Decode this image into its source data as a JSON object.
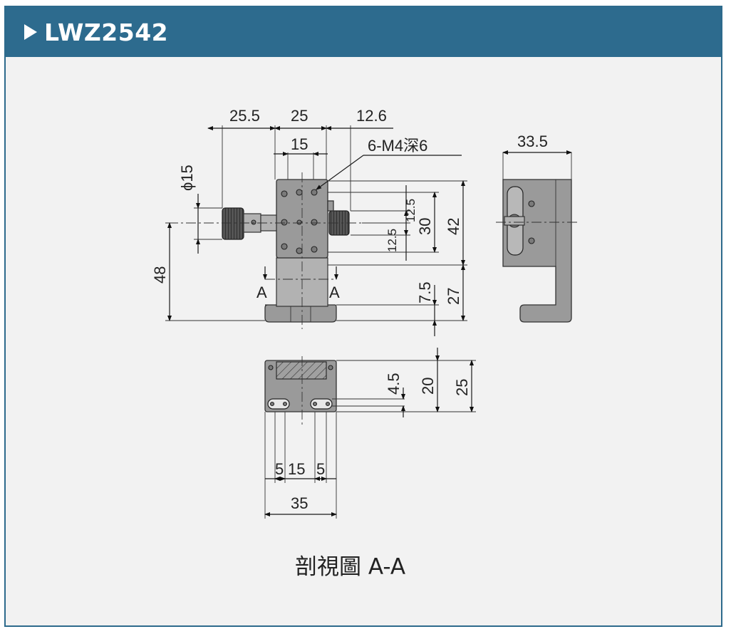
{
  "header": {
    "title": "LWZ2542"
  },
  "dimensions": {
    "top_25_5": "25.5",
    "top_25": "25",
    "top_12_6": "12.6",
    "top_15": "15",
    "thread_note": "6-M4深6",
    "dia_15": "ϕ15",
    "side_33_5": "33.5",
    "v_12_5_upper": "12.5",
    "v_12_5_lower": "12.5",
    "v_30": "30",
    "v_42": "42",
    "v_48": "48",
    "v_7_5": "7.5",
    "v_27": "27",
    "section_mark_left": "A",
    "section_mark_right": "A",
    "bot_4_5": "4.5",
    "bot_20": "20",
    "bot_25": "25",
    "bot_5_left": "5",
    "bot_15": "15",
    "bot_5_right": "5",
    "bot_35": "35"
  },
  "caption": "剖視圖 A-A",
  "colors": {
    "header_bg": "#2d6b8e",
    "panel_bg": "#f2f2f2",
    "part_gray": "#9a9a9a"
  }
}
